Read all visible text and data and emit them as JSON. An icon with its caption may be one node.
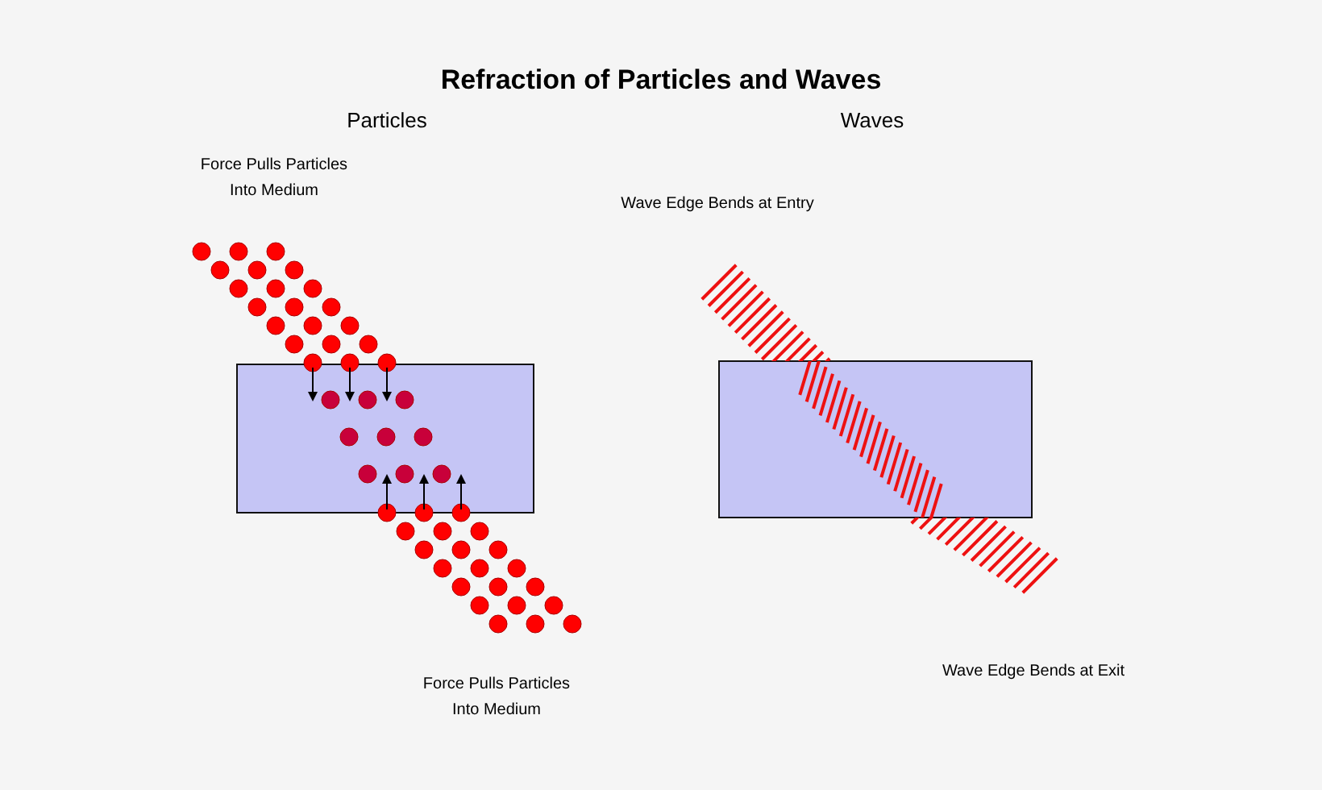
{
  "diagram": {
    "title": "Refraction of Particles and Waves",
    "nodes": [
      {
        "text": [],
        "shape": "box"
      },
      {
        "text": [],
        "shape": "box"
      }
    ],
    "labels": [
      "Particles",
      "Waves",
      "Force Pulls Particles Into Medium",
      "Wave Edge Bends at Entry",
      "Force Pulls Particles Into Medium",
      "Wave Edge Bends at Exit"
    ]
  }
}
